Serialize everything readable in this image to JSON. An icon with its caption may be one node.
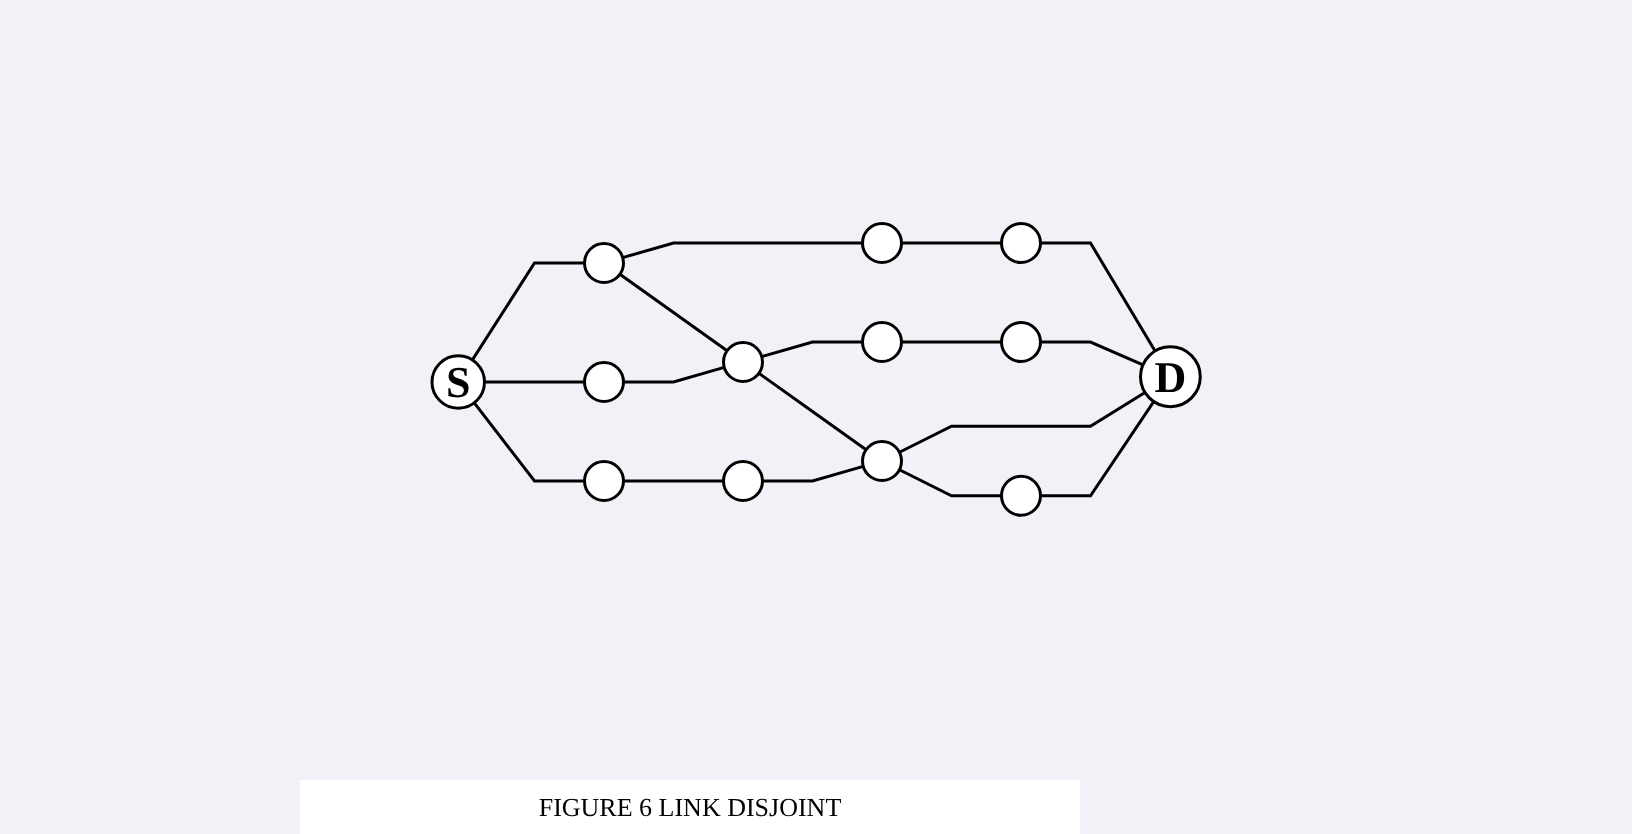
{
  "diagram": {
    "caption": "FIGURE 6 LINK DISJOINT",
    "nodes": [
      {
        "text": [
          "S"
        ]
      },
      {
        "text": [],
        "shape": "circle"
      },
      {
        "text": [],
        "shape": "circle"
      },
      {
        "text": [],
        "shape": "circle"
      },
      {
        "text": [],
        "shape": "circle"
      },
      {
        "text": [],
        "shape": "circle"
      },
      {
        "text": [],
        "shape": "circle"
      },
      {
        "text": [],
        "shape": "circle"
      },
      {
        "text": [
          "D"
        ]
      },
      {
        "text": [],
        "shape": "circle"
      },
      {
        "text": [],
        "shape": "circle"
      },
      {
        "text": [],
        "shape": "circle"
      },
      {
        "text": [],
        "shape": "circle"
      }
    ],
    "edges": [
      {
        "from": 0,
        "to": 1,
        "arrow": "none"
      },
      {
        "from": 0,
        "to": 5,
        "arrow": "none"
      },
      {
        "from": 0,
        "to": 10,
        "arrow": "none"
      },
      {
        "from": 1,
        "to": 2,
        "arrow": "none"
      },
      {
        "from": 2,
        "to": 3,
        "arrow": "none"
      },
      {
        "from": 1,
        "to": 4,
        "arrow": "none"
      },
      {
        "from": 5,
        "to": 4,
        "arrow": "none"
      },
      {
        "from": 4,
        "to": 6,
        "arrow": "none"
      },
      {
        "from": 6,
        "to": 7,
        "arrow": "none"
      },
      {
        "from": 7,
        "to": 8,
        "arrow": "none"
      },
      {
        "from": 3,
        "to": 8,
        "arrow": "none"
      },
      {
        "from": 4,
        "to": 11,
        "arrow": "none"
      },
      {
        "from": 10,
        "to": 9,
        "arrow": "none"
      },
      {
        "from": 9,
        "to": 11,
        "arrow": "none"
      },
      {
        "from": 11,
        "to": 8,
        "arrow": "none"
      },
      {
        "from": 11,
        "to": 12,
        "arrow": "none"
      },
      {
        "from": 12,
        "to": 8,
        "arrow": "none"
      }
    ]
  }
}
